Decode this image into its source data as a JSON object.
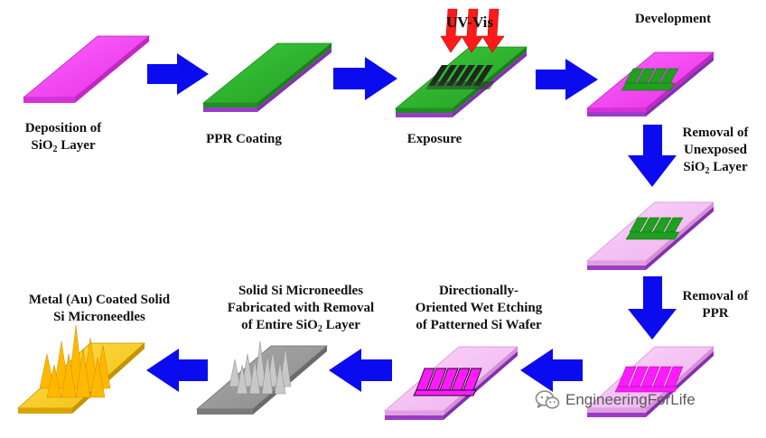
{
  "labels": {
    "deposition_line1": "Deposition of",
    "deposition_line2a": "SiO",
    "deposition_line2_sub": "2",
    "deposition_line2b": " Layer",
    "ppr_coating": "PPR Coating",
    "exposure": "Exposure",
    "development": "Development",
    "removal_unexposed_line1": "Removal of",
    "removal_unexposed_line2": "Unexposed",
    "removal_unexposed_line3a": "SiO",
    "removal_unexposed_line3_sub": "2",
    "removal_unexposed_line3b": " Layer",
    "removal_ppr_line1": "Removal of",
    "removal_ppr_line2": "PPR",
    "wet_etching_line1": "Directionally-",
    "wet_etching_line2": "Oriented Wet Etching",
    "wet_etching_line3": "of Patterned Si Wafer",
    "solid_si_line1": "Solid Si Microneedles",
    "solid_si_line2": "Fabricated with Removal",
    "solid_si_line3a": "of Entire SiO",
    "solid_si_line3_sub": "2",
    "solid_si_line3b": " Layer",
    "metal_line1": "Metal (Au) Coated Solid",
    "metal_line2": "Si Microneedles",
    "uv_vis": "UV-Vis"
  },
  "watermark": {
    "icon": "wechat-icon",
    "text": "EngineeringForLife"
  },
  "colors": {
    "magenta": "#ff3cff",
    "green": "#2fb52f",
    "light_pink": "#f6c6f6",
    "purple_layer": "#9b3cc8",
    "arrow_blue": "#0b0bf0",
    "uv_red": "#ff1a1a",
    "gold": "#ffd21f",
    "gray": "#9c9c9c"
  }
}
